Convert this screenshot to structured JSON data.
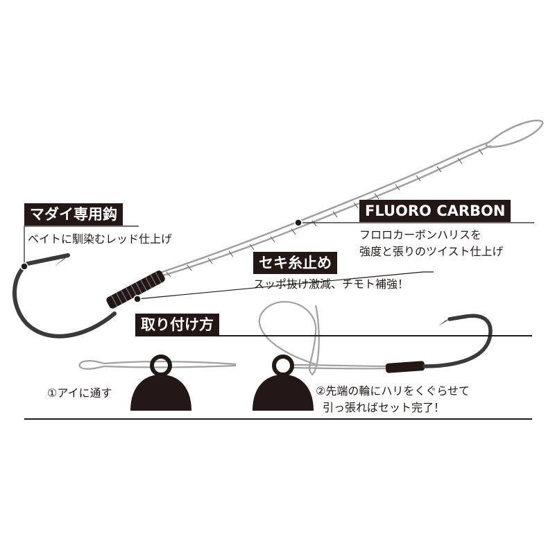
{
  "colors": {
    "ink": "#231815",
    "line": "#a0a0a0",
    "line_dark": "#6e6e6e",
    "hook": "#3a3a3a"
  },
  "hook": {
    "title": "マダイ専用鈎",
    "desc": "ベイトに馴染むレッド仕上げ"
  },
  "fluoro": {
    "title": "FLUORO CARBON",
    "desc": [
      "フロロカーボンハリスを",
      "強度と張りのツイスト仕上げ"
    ]
  },
  "seki": {
    "title": "セキ糸止め",
    "desc": "スッポ抜け激減、チモト補強！"
  },
  "mount": {
    "title": "取り付け方",
    "step1": "①アイに通す",
    "step2": [
      "②先端の輪にハリをくぐらせて",
      "引っ張ればセット完了！"
    ]
  }
}
